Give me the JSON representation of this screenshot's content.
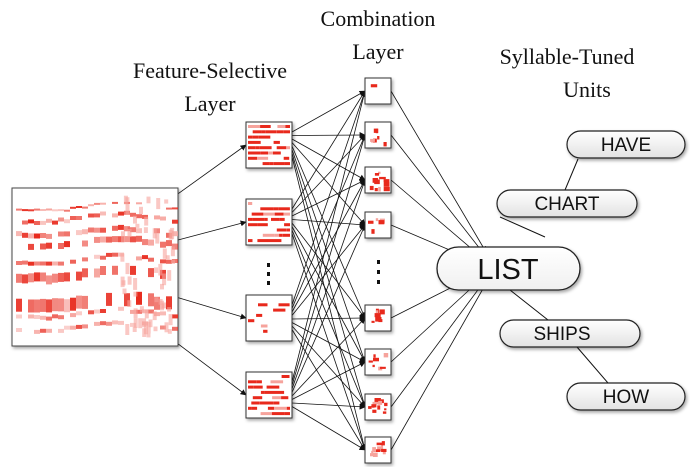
{
  "layers": {
    "combination": {
      "line1": "Combination",
      "line2": "Layer"
    },
    "feature": {
      "line1": "Feature-Selective",
      "line2": "Layer"
    },
    "syllable": {
      "line1": "Syllable-Tuned",
      "line2": "Units"
    }
  },
  "units": {
    "have": "HAVE",
    "chart": "CHART",
    "list": "LIST",
    "ships": "SHIPS",
    "how": "HOW"
  },
  "colors": {
    "feature_red": "#e8291c",
    "light_red": "#f6a39c",
    "arrow": "#111111",
    "pill_fill": "#eeeeee"
  }
}
